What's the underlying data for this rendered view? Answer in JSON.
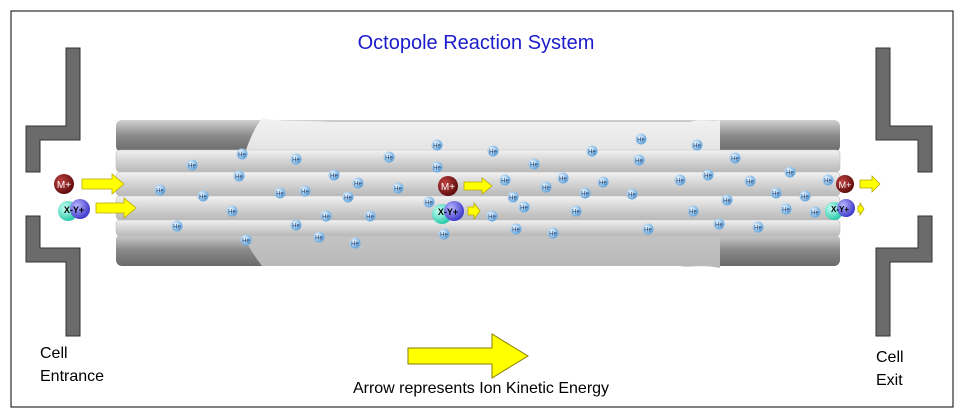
{
  "title": "Octopole Reaction System",
  "cell_entrance": {
    "line1": "Cell",
    "line2": "Entrance"
  },
  "cell_exit": {
    "line1": "Cell",
    "line2": "Exit"
  },
  "caption": "Arrow represents Ion Kinetic Energy",
  "gas_label": "He",
  "ions": {
    "analyte": "M+",
    "interference": "X-Y+"
  },
  "colors": {
    "title": "#1c1ccc",
    "rod": "#c9c9c9",
    "arrow": "#ffff00",
    "analyte_ion": "#7a1414",
    "gas_atom": "#7fb8e6"
  }
}
